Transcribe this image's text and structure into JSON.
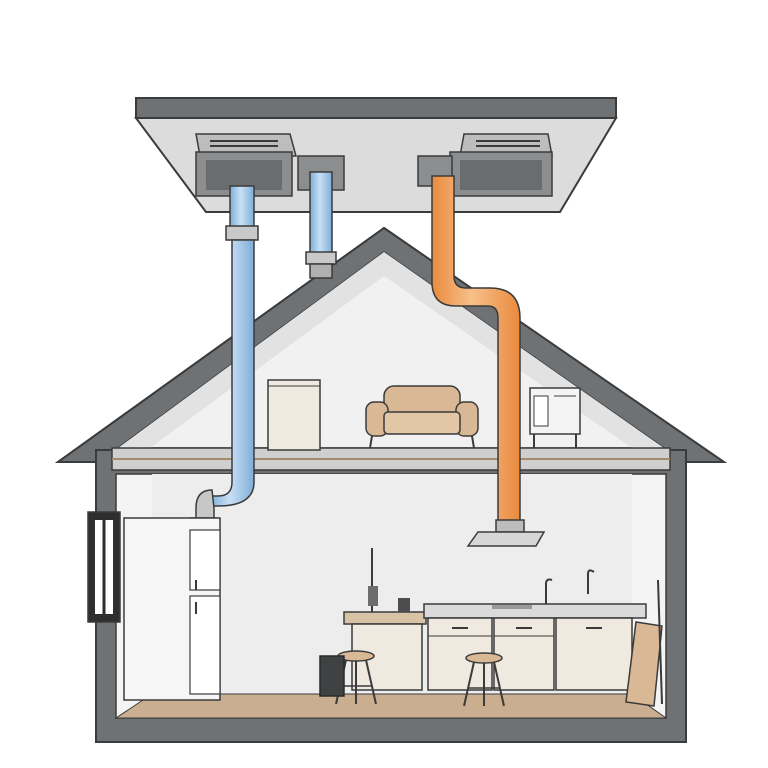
{
  "scene": {
    "kind": "house cross-section with ducted ventilation",
    "labels": []
  },
  "colors": {
    "background": "#ffffff",
    "outline": "#3b3b3b",
    "wall": "#6f7275",
    "ceiling_panel": "#d9d9d9",
    "interior": "#f1f1f1",
    "floor": "#c9ae90",
    "duct_supply": "#9cc3e6",
    "duct_exhaust": "#f2a35c",
    "furniture": "#d9b896",
    "cabinet": "#efe9df",
    "appliance": "#f4f4f4"
  },
  "icons": {
    "supply_duct": "blue-duct",
    "exhaust_duct": "orange-duct",
    "vent_units": "ceiling-vent-icon",
    "sofa": "sofa-icon",
    "fridge": "fridge-icon",
    "range_hood": "range-hood-icon",
    "sink": "faucet-icon"
  }
}
